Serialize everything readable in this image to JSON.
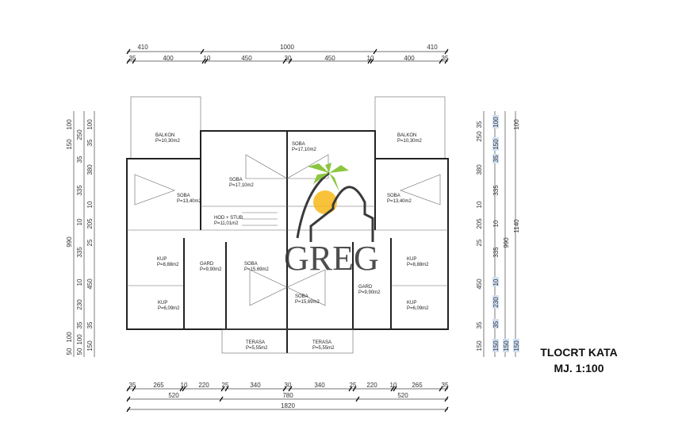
{
  "title": {
    "line1": "TLOCRT KATA",
    "line2": "MJ. 1:100"
  },
  "logo": {
    "text": "GREG",
    "colors": {
      "palm": "#8cc63f",
      "sun": "#f7b718",
      "outline": "#3a3a3a"
    }
  },
  "dimensions": {
    "top_overall": [
      "410",
      "1000",
      "410"
    ],
    "top_detail": [
      "35",
      "400",
      "10",
      "450",
      "30",
      "450",
      "10",
      "400",
      "35"
    ],
    "bottom_detail": [
      "35",
      "265",
      "10",
      "220",
      "25",
      "340",
      "30",
      "340",
      "25",
      "220",
      "10",
      "265",
      "35"
    ],
    "bottom_mid": [
      "520",
      "780",
      "520"
    ],
    "bottom_overall": "1820",
    "left_col1": [
      "100",
      "150",
      "990",
      "100",
      "50"
    ],
    "left_col2": [
      "250",
      "35",
      "335",
      "10",
      "335",
      "10",
      "230",
      "35",
      "100",
      "50"
    ],
    "left_col3": [
      "100",
      "35",
      "380",
      "10",
      "205",
      "25",
      "450",
      "35",
      "150"
    ],
    "right_col1": [
      "35",
      "250",
      "380",
      "10",
      "205",
      "25",
      "450",
      "35",
      "150"
    ],
    "right_col2": [
      "100",
      "150",
      "35",
      "335",
      "10",
      "335",
      "10",
      "230",
      "35",
      "150"
    ],
    "right_col3": [
      "990",
      "150"
    ],
    "right_col4": [
      "100",
      "1140",
      "150"
    ]
  },
  "rooms": [
    {
      "name": "BALKON",
      "area": "P=10,30m2"
    },
    {
      "name": "BALKON",
      "area": "P=10,30m2"
    },
    {
      "name": "SOBA",
      "area": "P=17,10m2"
    },
    {
      "name": "SOBA",
      "area": "P=17,10m2"
    },
    {
      "name": "SOBA",
      "area": "P=13,40m2"
    },
    {
      "name": "SOBA",
      "area": "P=13,40m2"
    },
    {
      "name": "HOD + STUB",
      "area": "P=11,01m2"
    },
    {
      "name": "KUP",
      "area": "P=8,88m2"
    },
    {
      "name": "KUP",
      "area": "P=8,88m2"
    },
    {
      "name": "GARD",
      "area": "P=9,90m2"
    },
    {
      "name": "GARD",
      "area": "P=9,90m2"
    },
    {
      "name": "SOBA",
      "area": "P=15,69m2"
    },
    {
      "name": "SOBA",
      "area": "P=15,69m2"
    },
    {
      "name": "KUP",
      "area": "P=6,09m2"
    },
    {
      "name": "KUP",
      "area": "P=6,09m2"
    },
    {
      "name": "TERASA",
      "area": "P=5,55m2"
    },
    {
      "name": "TERASA",
      "area": "P=5,55m2"
    }
  ]
}
